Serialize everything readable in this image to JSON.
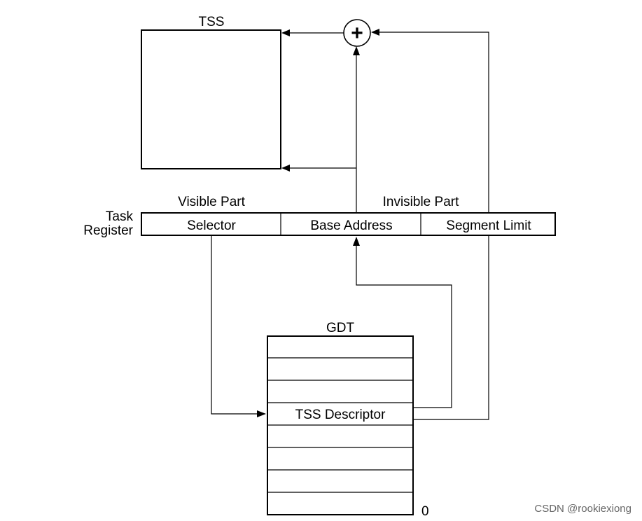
{
  "tss": {
    "title": "TSS"
  },
  "register": {
    "label_line1": "Task",
    "label_line2": "Register",
    "visible_part": "Visible Part",
    "invisible_part": "Invisible Part",
    "fields": {
      "selector": "Selector",
      "base_address": "Base Address",
      "segment_limit": "Segment Limit"
    }
  },
  "adder": {
    "symbol": "+"
  },
  "gdt": {
    "title": "GDT",
    "descriptor": "TSS Descriptor",
    "index_zero": "0"
  },
  "watermark": "CSDN @rookiexiong"
}
